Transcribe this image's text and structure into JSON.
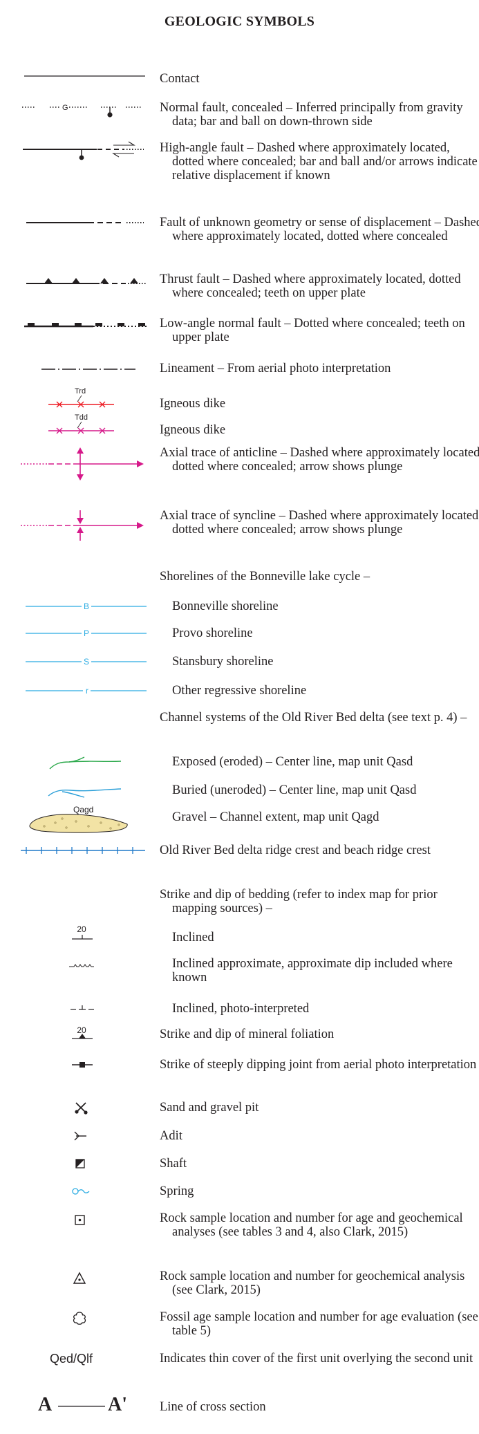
{
  "title": "GEOLOGIC SYMBOLS",
  "symbol_labels": {
    "gravity_g": "G",
    "dike_red": "Trd",
    "dike_magenta": "Tdd",
    "shore_b": "B",
    "shore_p": "P",
    "shore_s": "S",
    "shore_r": "r",
    "gravel_unit": "Qagd",
    "dip_20": "20",
    "foliation_20": "20",
    "cover_units": "Qed/Qlf",
    "section_a": "A",
    "section_a_prime": "A'"
  },
  "colors": {
    "black": "#231f20",
    "dike_red": "#ed1c24",
    "magenta": "#d6198a",
    "shoreline_cyan": "#29abe2",
    "channel_green": "#2aa84a",
    "channel_blue": "#2b9fd8",
    "ridge_blue": "#1f78c8",
    "gravel_fill": "#f2e3a5"
  },
  "entries": [
    {
      "icon": "contact-line-icon",
      "text": "Contact"
    },
    {
      "icon": "normal-fault-concealed-icon",
      "text": "Normal fault, concealed – Inferred principally from gravity data; bar and ball on down-thrown side"
    },
    {
      "icon": "high-angle-fault-icon",
      "text": "High-angle fault – Dashed where approximately located, dotted where concealed; bar and ball and/or arrows indicate relative displacement if known"
    },
    {
      "icon": "unknown-fault-icon",
      "text": "Fault of unknown geometry or sense of displacement – Dashed where approximately located, dotted where concealed"
    },
    {
      "icon": "thrust-fault-icon",
      "text": "Thrust fault – Dashed where approximately located, dotted where concealed; teeth on upper plate"
    },
    {
      "icon": "low-angle-fault-icon",
      "text": "Low-angle normal fault – Dotted where concealed; teeth on upper plate"
    },
    {
      "icon": "lineament-icon",
      "text": "Lineament – From aerial photo interpretation"
    },
    {
      "icon": "dike-red-icon",
      "text": "Igneous dike"
    },
    {
      "icon": "dike-magenta-icon",
      "text": "Igneous dike"
    },
    {
      "icon": "anticline-icon",
      "text": "Axial trace of anticline – Dashed where approximately located, dotted where concealed; arrow shows plunge"
    },
    {
      "icon": "syncline-icon",
      "text": "Axial trace of syncline – Dashed where approximately located, dotted where concealed; arrow shows plunge"
    },
    {
      "icon": "",
      "text": "Shorelines of the Bonneville lake cycle –"
    },
    {
      "icon": "bonneville-shoreline-icon",
      "text": "Bonneville shoreline"
    },
    {
      "icon": "provo-shoreline-icon",
      "text": "Provo shoreline"
    },
    {
      "icon": "stansbury-shoreline-icon",
      "text": "Stansbury shoreline"
    },
    {
      "icon": "regressive-shoreline-icon",
      "text": "Other regressive shoreline"
    },
    {
      "icon": "",
      "text": "Channel systems of the Old River Bed delta (see text p. 4) –"
    },
    {
      "icon": "exposed-channel-icon",
      "text": "Exposed (eroded) – Center line, map unit Qasd"
    },
    {
      "icon": "buried-channel-icon",
      "text": "Buried (uneroded) – Center line, map unit Qasd"
    },
    {
      "icon": "gravel-channel-icon",
      "text": "Gravel – Channel extent, map unit Qagd"
    },
    {
      "icon": "ridge-crest-icon",
      "text": "Old River Bed delta ridge crest and beach ridge crest"
    },
    {
      "icon": "",
      "text": "Strike and dip of bedding (refer to index map for prior mapping sources) –"
    },
    {
      "icon": "inclined-bedding-icon",
      "text": "Inclined"
    },
    {
      "icon": "inclined-approximate-icon",
      "text": "Inclined approximate, approximate dip included where known"
    },
    {
      "icon": "photo-interpreted-icon",
      "text": "Inclined, photo-interpreted"
    },
    {
      "icon": "mineral-foliation-icon",
      "text": "Strike and dip of mineral foliation"
    },
    {
      "icon": "steep-joint-icon",
      "text": "Strike of steeply dipping joint from aerial photo interpretation"
    },
    {
      "icon": "gravel-pit-icon",
      "text": "Sand and gravel pit"
    },
    {
      "icon": "adit-icon",
      "text": "Adit"
    },
    {
      "icon": "shaft-icon",
      "text": "Shaft"
    },
    {
      "icon": "spring-icon",
      "text": "Spring"
    },
    {
      "icon": "rock-sample-age-icon",
      "text": "Rock sample location and number for age and geochemical analyses (see tables 3 and 4, also Clark, 2015)"
    },
    {
      "icon": "rock-sample-geochem-icon",
      "text": "Rock sample location and number for geochemical analysis (see Clark, 2015)"
    },
    {
      "icon": "fossil-sample-icon",
      "text": "Fossil age sample location and number for age evaluation (see table 5)"
    },
    {
      "icon": "",
      "text": "Indicates thin cover of the first unit overlying the second unit"
    },
    {
      "icon": "",
      "text": "Line of cross section"
    }
  ]
}
